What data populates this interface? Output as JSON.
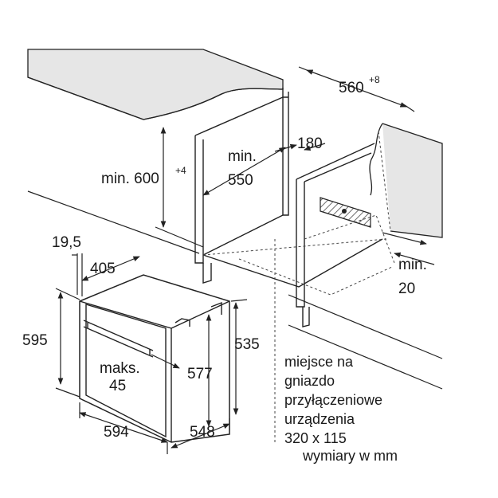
{
  "colors": {
    "line": "#222222",
    "countertop": "#e6e6e6",
    "hatch": "#7a7a7a",
    "background": "#ffffff"
  },
  "dimensions": {
    "width_560": {
      "value": "560",
      "sup": "+8"
    },
    "height_600": {
      "value": "min. 600",
      "sup": "+4"
    },
    "min_550": {
      "line1": "min.",
      "line2": "550"
    },
    "gap_180": "180",
    "min_20": {
      "line1": "min.",
      "line2": "20"
    },
    "d_19_5": "19,5",
    "d_405": "405",
    "d_595": "595",
    "d_535": "535",
    "d_577": "577",
    "maks_45": {
      "line1": "maks.",
      "line2": "45"
    },
    "d_594": "594",
    "d_548": "548"
  },
  "socket_note": [
    "miejsce na",
    "gniazdo",
    "przyłączeniowe",
    "urządzenia",
    "320 x 115"
  ],
  "units_note": "wymiary w mm"
}
